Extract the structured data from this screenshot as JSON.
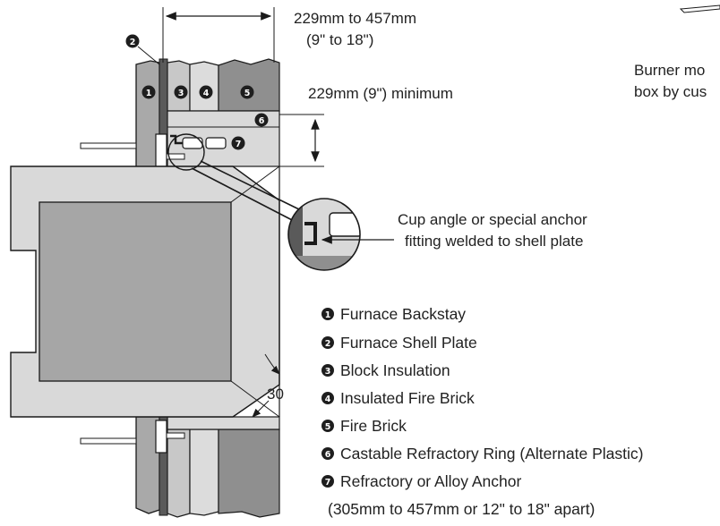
{
  "dimensions": {
    "overall": "229mm to 457mm",
    "overall_imperial": "(9\" to 18\")",
    "ring_min": "229mm (9\") minimum",
    "angle": "30"
  },
  "burner_note": "Burner mo",
  "burner_note_2": "box by cus",
  "callout": {
    "line1": "Cup angle or special anchor",
    "line2": "fitting welded to shell plate"
  },
  "markers": [
    "1",
    "2",
    "3",
    "4",
    "5",
    "6",
    "7"
  ],
  "legend": [
    {
      "num": "1",
      "text": "Furnace Backstay"
    },
    {
      "num": "2",
      "text": "Furnace Shell Plate"
    },
    {
      "num": "3",
      "text": "Block Insulation"
    },
    {
      "num": "4",
      "text": "Insulated Fire Brick"
    },
    {
      "num": "5",
      "text": "Fire Brick"
    },
    {
      "num": "6",
      "text": "Castable Refractory Ring (Alternate Plastic)"
    },
    {
      "num": "7",
      "text": "Refractory or Alloy Anchor"
    }
  ],
  "legend_note": "(305mm to 457mm or 12\" to 18\" apart)",
  "colors": {
    "backstay": "#a9a9a9",
    "shell": "#5a5a5a",
    "block_insulation": "#c8c8c8",
    "ifb": "#dcdcdc",
    "fire_brick": "#8f8f8f",
    "castable": "#d9d9d9",
    "burner": "#a6a6a6",
    "line": "#1a1a1a"
  }
}
